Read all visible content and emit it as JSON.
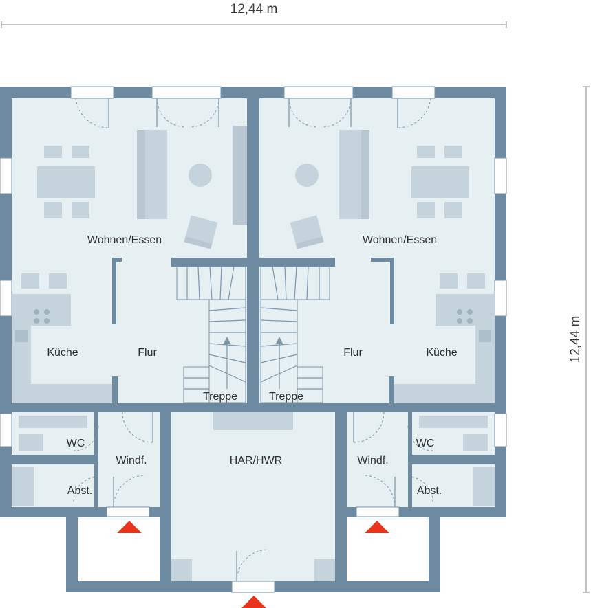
{
  "dimensions": {
    "width_label": "12,44 m",
    "height_label": "12,44 m"
  },
  "rooms": {
    "left": {
      "wohnen": "Wohnen/Essen",
      "kueche": "Küche",
      "flur": "Flur",
      "treppe": "Treppe",
      "wc": "WC",
      "windf": "Windf.",
      "abst": "Abst."
    },
    "right": {
      "wohnen": "Wohnen/Essen",
      "kueche": "Küche",
      "flur": "Flur",
      "treppe": "Treppe",
      "wc": "WC",
      "windf": "Windf.",
      "abst": "Abst."
    },
    "center": {
      "har": "HAR/HWR"
    }
  },
  "colors": {
    "wall": "#6d8aa1",
    "floor": "#e6eff2",
    "furniture": "#c5d3dd",
    "entrance_arrow": "#e8341c"
  },
  "icons": {
    "entrance": "entrance-arrow-icon"
  }
}
